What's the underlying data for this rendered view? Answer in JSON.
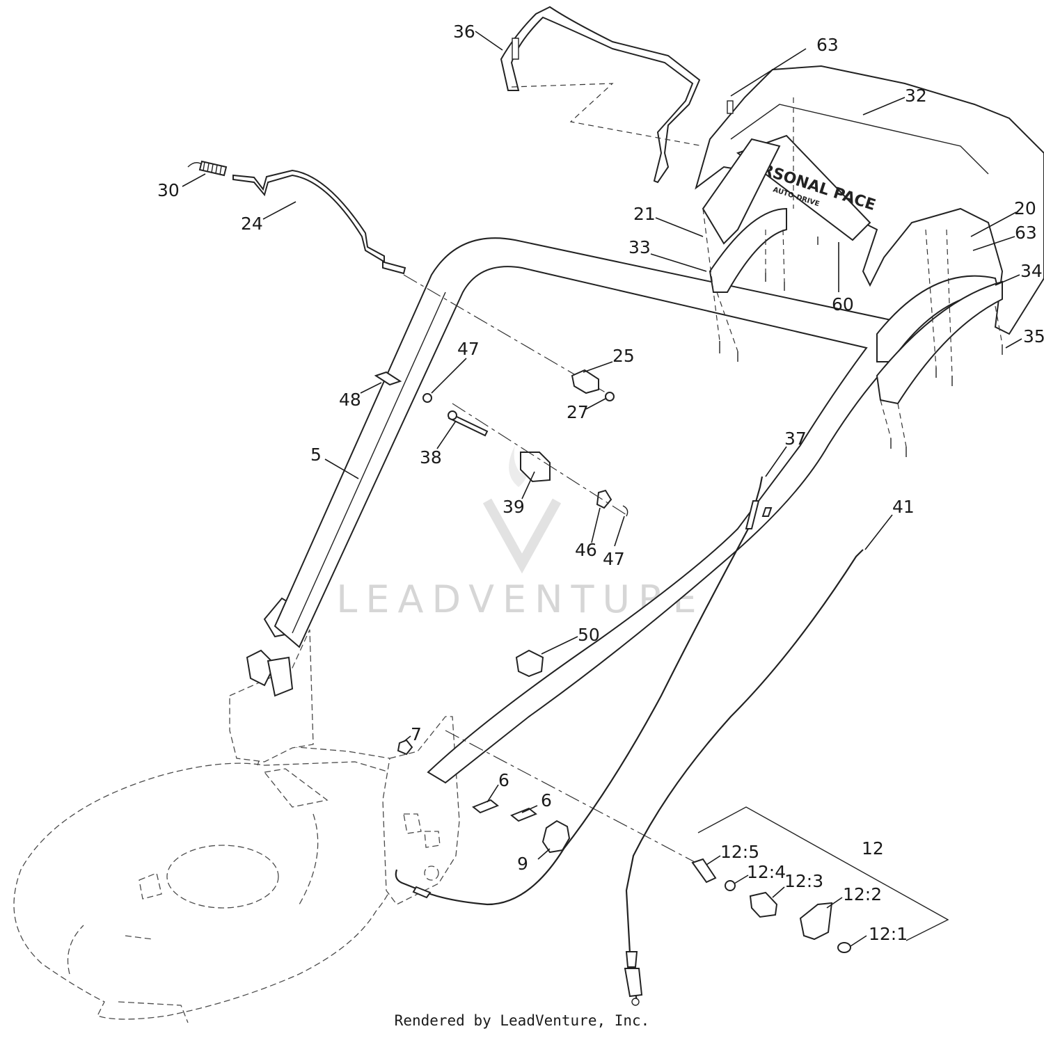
{
  "diagram": {
    "watermark": "LEADVENTURE",
    "decal_main": "PERSONAL PACE",
    "decal_sub": "AUTO-DRIVE",
    "footer": "Rendered by LeadVenture, Inc.",
    "callouts": {
      "c36": "36",
      "c63a": "63",
      "c32": "32",
      "c30": "30",
      "c24": "24",
      "c21": "21",
      "c33": "33",
      "c20": "20",
      "c63b": "63",
      "c34": "34",
      "c60": "60",
      "c35": "35",
      "c47a": "47",
      "c25": "25",
      "c48": "48",
      "c27": "27",
      "c38": "38",
      "c5": "5",
      "c39": "39",
      "c37": "37",
      "c46": "46",
      "c47b": "47",
      "c41": "41",
      "c50": "50",
      "c7": "7",
      "c6a": "6",
      "c6b": "6",
      "c9": "9",
      "c12": "12",
      "c12_5": "12:5",
      "c12_4": "12:4",
      "c12_3": "12:3",
      "c12_2": "12:2",
      "c12_1": "12:1"
    }
  }
}
